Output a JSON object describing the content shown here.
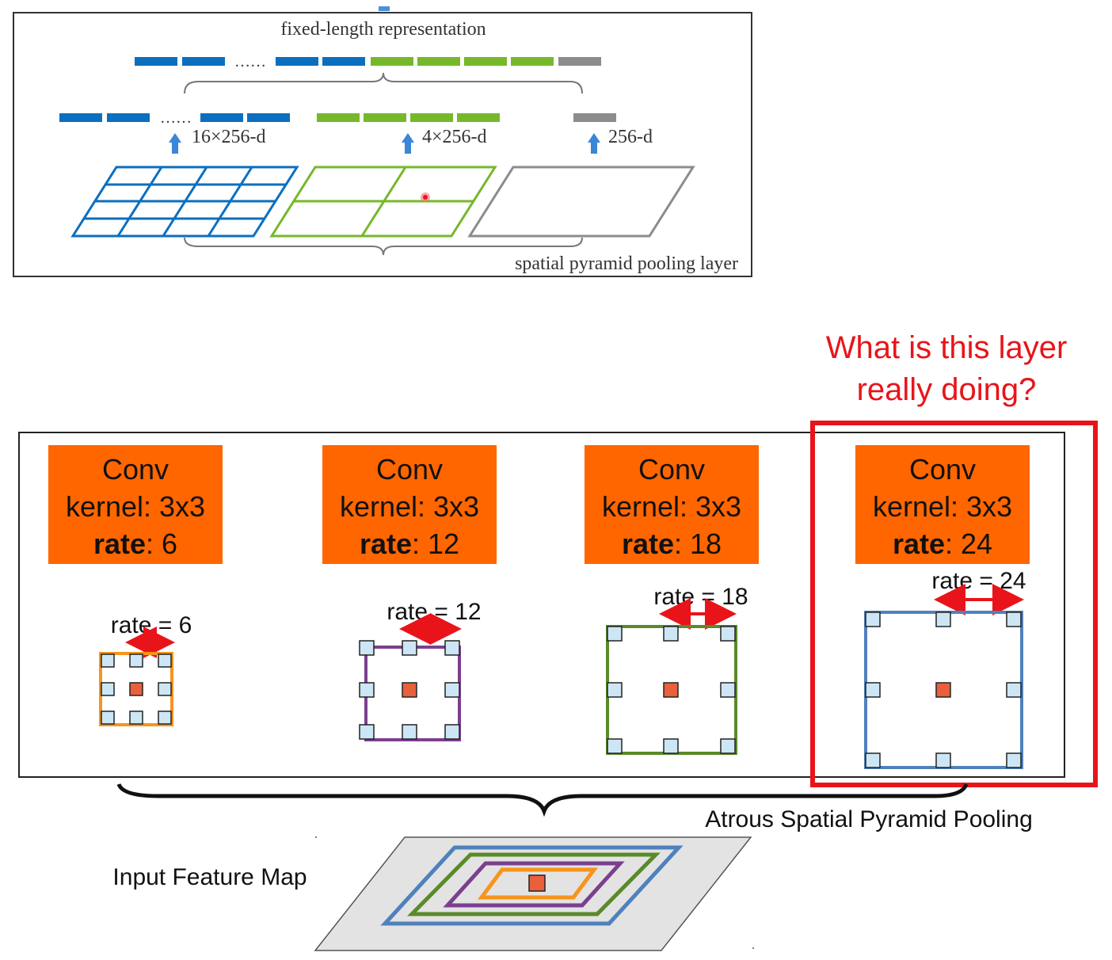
{
  "spp": {
    "title": "fixed-length representation",
    "dots": "……",
    "level1_label": "16×256-d",
    "level2_label": "4×256-d",
    "level3_label": "256-d",
    "layer_label": "spatial pyramid pooling layer"
  },
  "question": {
    "line1": "What is this layer",
    "line2": "really doing?"
  },
  "aspp": {
    "convs": [
      {
        "title": "Conv",
        "kernel": "kernel: 3x3",
        "rate_key": "rate",
        "rate_val": ": 6",
        "rate_label": "rate = 6"
      },
      {
        "title": "Conv",
        "kernel": "kernel: 3x3",
        "rate_key": "rate",
        "rate_val": ": 12",
        "rate_label": "rate = 12"
      },
      {
        "title": "Conv",
        "kernel": "kernel: 3x3",
        "rate_key": "rate",
        "rate_val": ": 18",
        "rate_label": "rate = 18"
      },
      {
        "title": "Conv",
        "kernel": "kernel: 3x3",
        "rate_key": "rate",
        "rate_val": ": 24",
        "rate_label": "rate = 24"
      }
    ],
    "brace_label": "Atrous Spatial Pyramid Pooling",
    "input_label": "Input Feature Map"
  },
  "colors": {
    "blue": "#0b6fc0",
    "green": "#76b82a",
    "gray": "#8c8c8c",
    "orange_box": "#ff6600",
    "highlight": "#e8141a",
    "kernel_orange": "#f7941d",
    "kernel_purple": "#7b3f8f",
    "kernel_green": "#5a8a2a",
    "kernel_blue": "#4f81bd"
  }
}
